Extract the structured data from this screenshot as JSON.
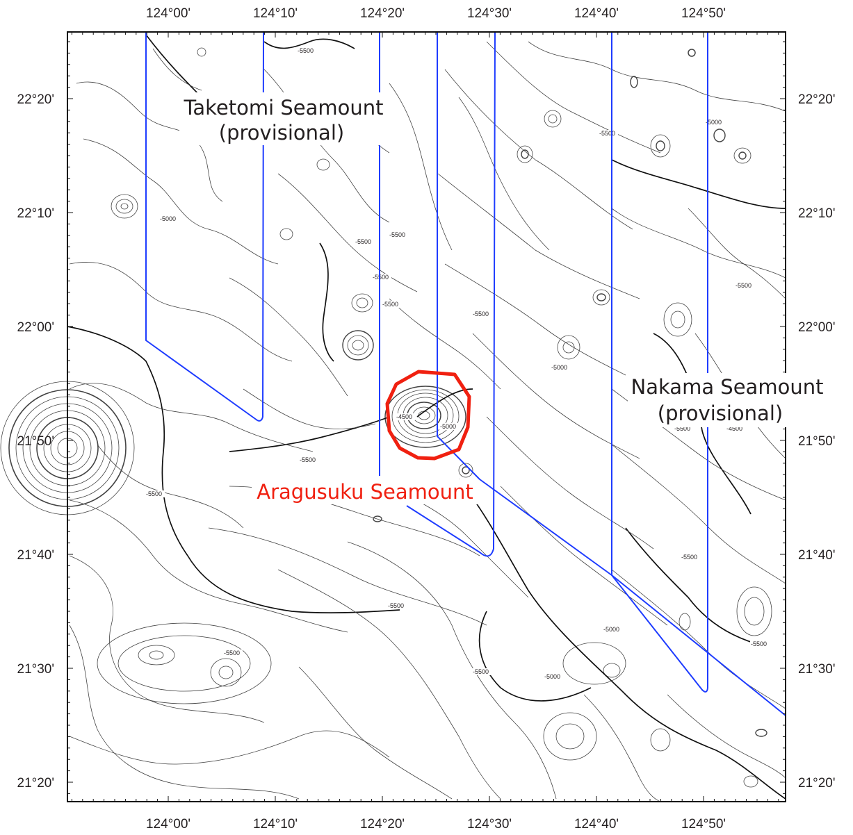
{
  "map": {
    "x_ticks": [
      "124°00'",
      "124°10'",
      "124°20'",
      "124°30'",
      "124°40'",
      "124°50'"
    ],
    "y_ticks": [
      "22°20'",
      "22°10'",
      "22°00'",
      "21°50'",
      "21°40'",
      "21°30'",
      "21°20'"
    ],
    "features": {
      "taketomi_line1": "Taketomi Seamount",
      "taketomi_line2": "(provisional)",
      "nakama_line1": "Nakama Seamount",
      "nakama_line2": "(provisional)",
      "aragusuku": "Aragusuku Seamount"
    },
    "contour_labels": [
      "-5500",
      "-5000",
      "-5500",
      "-5500",
      "-5500",
      "-5500",
      "-5500",
      "-4500",
      "-5000",
      "-5500",
      "-5500",
      "-5500",
      "-5500",
      "-5500",
      "-5000",
      "-5500",
      "-5000",
      "-5500",
      "-5000",
      "-5500",
      "-4500",
      "-5500",
      "-5500",
      "-5000"
    ],
    "colors": {
      "track_lines": "#1e3cff",
      "highlight": "#f02010",
      "aragusuku_label": "#f02010",
      "contours": "#333333",
      "frame": "#111111"
    }
  }
}
